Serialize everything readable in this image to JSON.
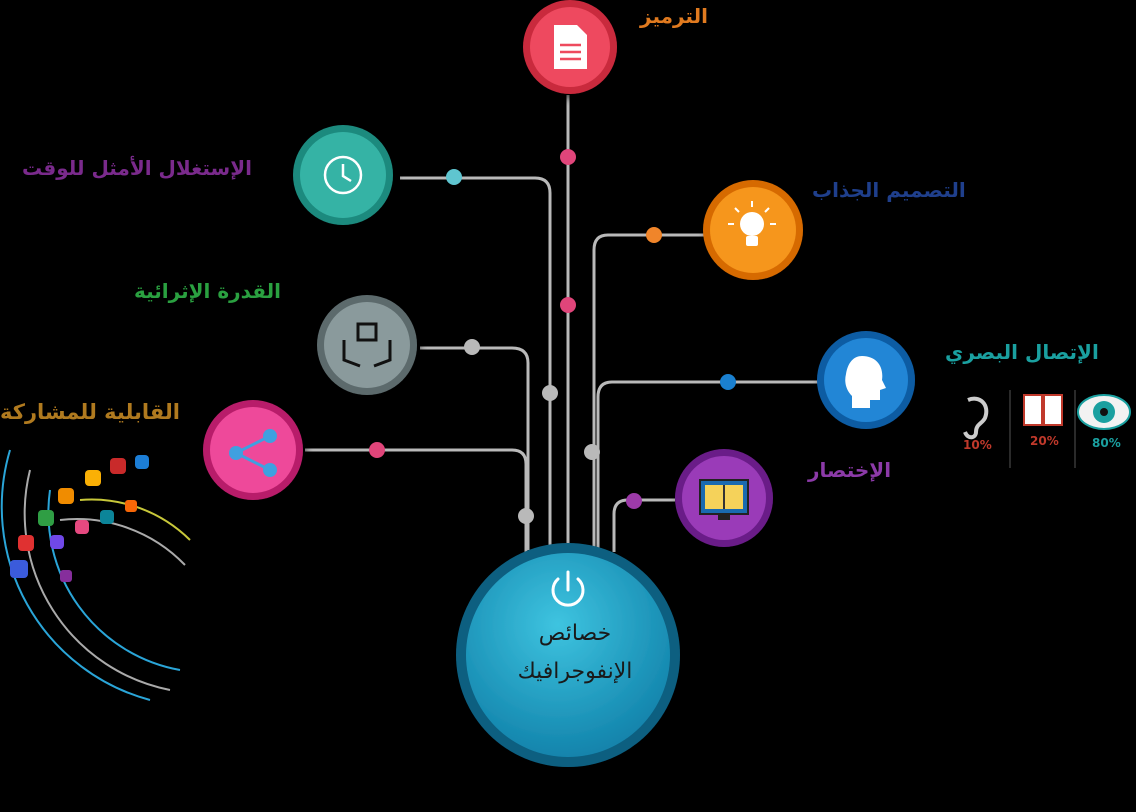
{
  "center": {
    "line1": "خصائص",
    "line2": "الإنفوجرافيك",
    "icon": "power-icon"
  },
  "features": [
    {
      "id": "encoding",
      "label": "الترميز",
      "icon": "document-icon",
      "color": "#e23a4e",
      "label_color": "#e07a1f"
    },
    {
      "id": "time",
      "label": "الإستغلال الأمثل للوقت",
      "icon": "clock-icon",
      "color": "#27a89a",
      "label_color": "#7a2a8c"
    },
    {
      "id": "design",
      "label": "التصميم الجذاب",
      "icon": "lightbulb-icon",
      "color": "#f08a10",
      "label_color": "#1f3f8c"
    },
    {
      "id": "enrich",
      "label": "القدرة الإثرائية",
      "icon": "hands-box-icon",
      "color": "#7b8a8c",
      "label_color": "#2aa040"
    },
    {
      "id": "visual",
      "label": "الإتصال البصري",
      "icon": "head-icon",
      "color": "#1a75c4",
      "label_color": "#1aa0a0"
    },
    {
      "id": "share",
      "label": "القابلية للمشاركة",
      "icon": "share-icon",
      "color": "#e43a8a",
      "label_color": "#b07a1f"
    },
    {
      "id": "brief",
      "label": "الإختصار",
      "icon": "monitor-book-icon",
      "color": "#8c3aa8",
      "label_color": "#8c3aa8"
    }
  ],
  "visual_stats": [
    {
      "value": "10%",
      "icon": "ear-icon",
      "color": "#c0392b"
    },
    {
      "value": "20%",
      "icon": "book-icon",
      "color": "#c0392b"
    },
    {
      "value": "80%",
      "icon": "eye-icon",
      "color": "#1aa0a0"
    }
  ]
}
